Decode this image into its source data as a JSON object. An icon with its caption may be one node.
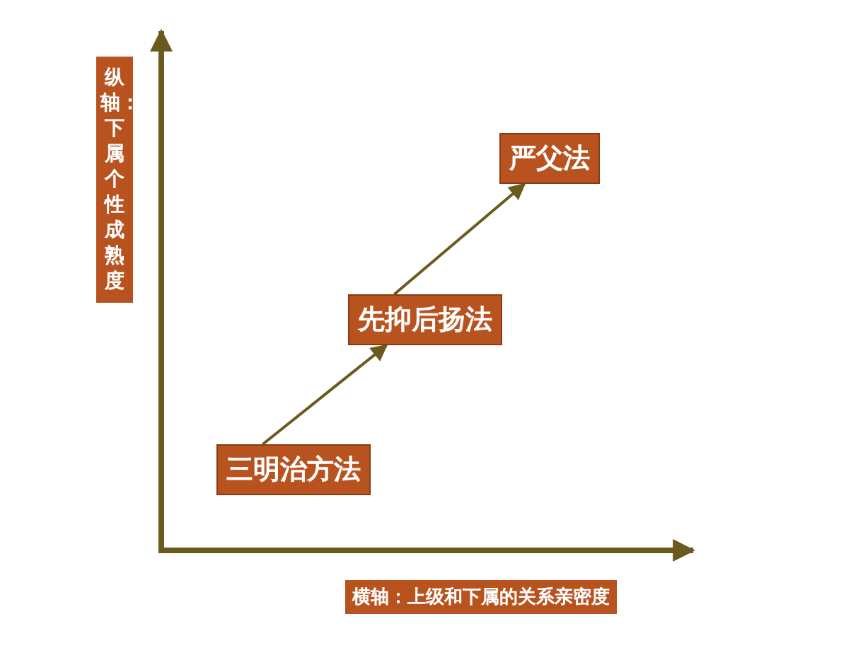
{
  "diagram": {
    "nodes": [
      {
        "text": [
          "三明治方法"
        ]
      },
      {
        "text": [
          "先抑后扬法"
        ]
      },
      {
        "text": [
          "严父法"
        ]
      }
    ],
    "edges": [
      {
        "from": 0,
        "to": 1,
        "arrow": "to"
      },
      {
        "from": 1,
        "to": 2,
        "arrow": "to"
      }
    ],
    "labels": [
      "纵轴：下属个性成熟度",
      "横轴：上级和下属的关系亲密度"
    ]
  }
}
